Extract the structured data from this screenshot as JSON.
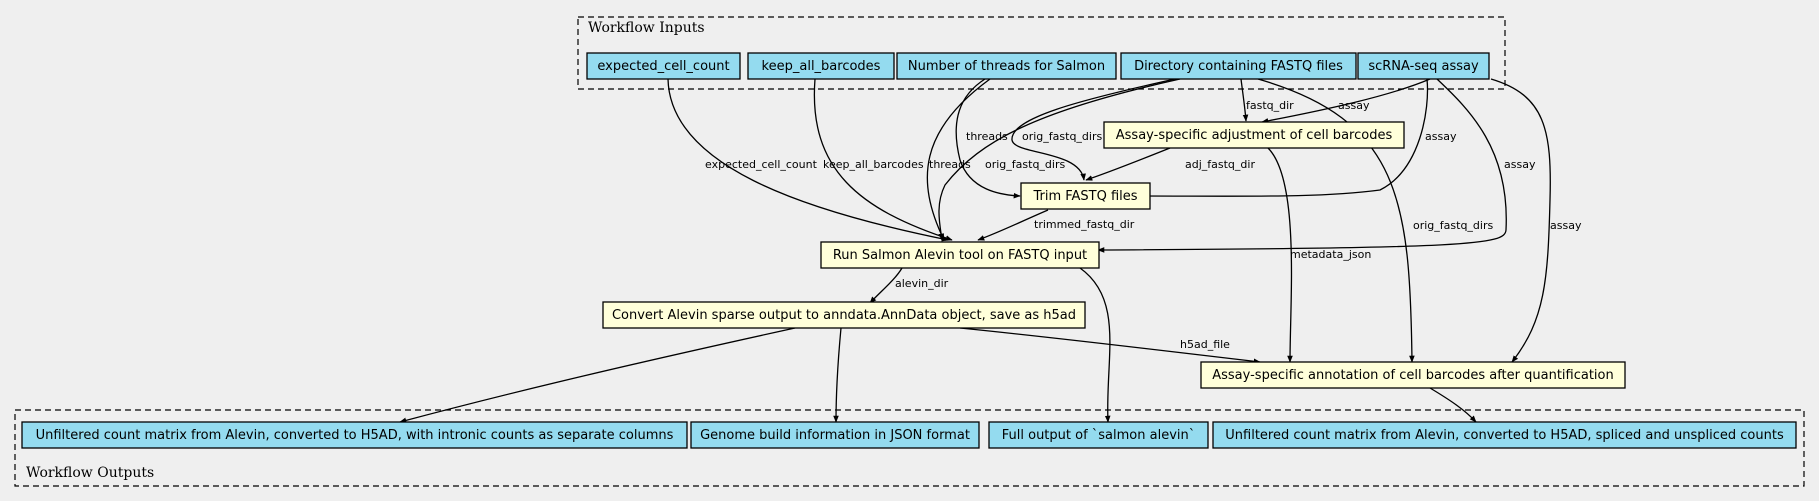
{
  "colors": {
    "background": "#efefef",
    "io_node": "#94dbef",
    "step_node": "#ffffda",
    "stroke": "#000000"
  },
  "clusters": {
    "inputs": {
      "label": "Workflow Inputs"
    },
    "outputs": {
      "label": "Workflow Outputs"
    }
  },
  "nodes": {
    "expected_cell_count": "expected_cell_count",
    "keep_all_barcodes": "keep_all_barcodes",
    "threads": "Number of threads for Salmon",
    "fastq_dir": "Directory containing FASTQ files",
    "assay": "scRNA-seq assay",
    "adjust": "Assay-specific adjustment of cell barcodes",
    "trim": "Trim FASTQ files",
    "salmon": "Run Salmon Alevin tool on FASTQ input",
    "convert": "Convert Alevin sparse output to anndata.AnnData object, save as h5ad",
    "annotate": "Assay-specific annotation of cell barcodes after quantification",
    "out_intronic": "Unfiltered count matrix from Alevin, converted to H5AD, with intronic counts as separate columns",
    "out_genome": "Genome build information in JSON format",
    "out_salmon": "Full output of `salmon alevin`",
    "out_spliced": "Unfiltered count matrix from Alevin, converted to H5AD, spliced and unspliced counts"
  },
  "edge_labels": {
    "fastq_dir": "fastq_dir",
    "assay": "assay",
    "orig_fastq_dirs": "orig_fastq_dirs",
    "threads": "threads",
    "adj_fastq_dir": "adj_fastq_dir",
    "expected_cell_count": "expected_cell_count",
    "keep_all_barcodes": "keep_all_barcodes",
    "trimmed_fastq_dir": "trimmed_fastq_dir",
    "metadata_json": "metadata_json",
    "alevin_dir": "alevin_dir",
    "h5ad_file": "h5ad_file"
  }
}
